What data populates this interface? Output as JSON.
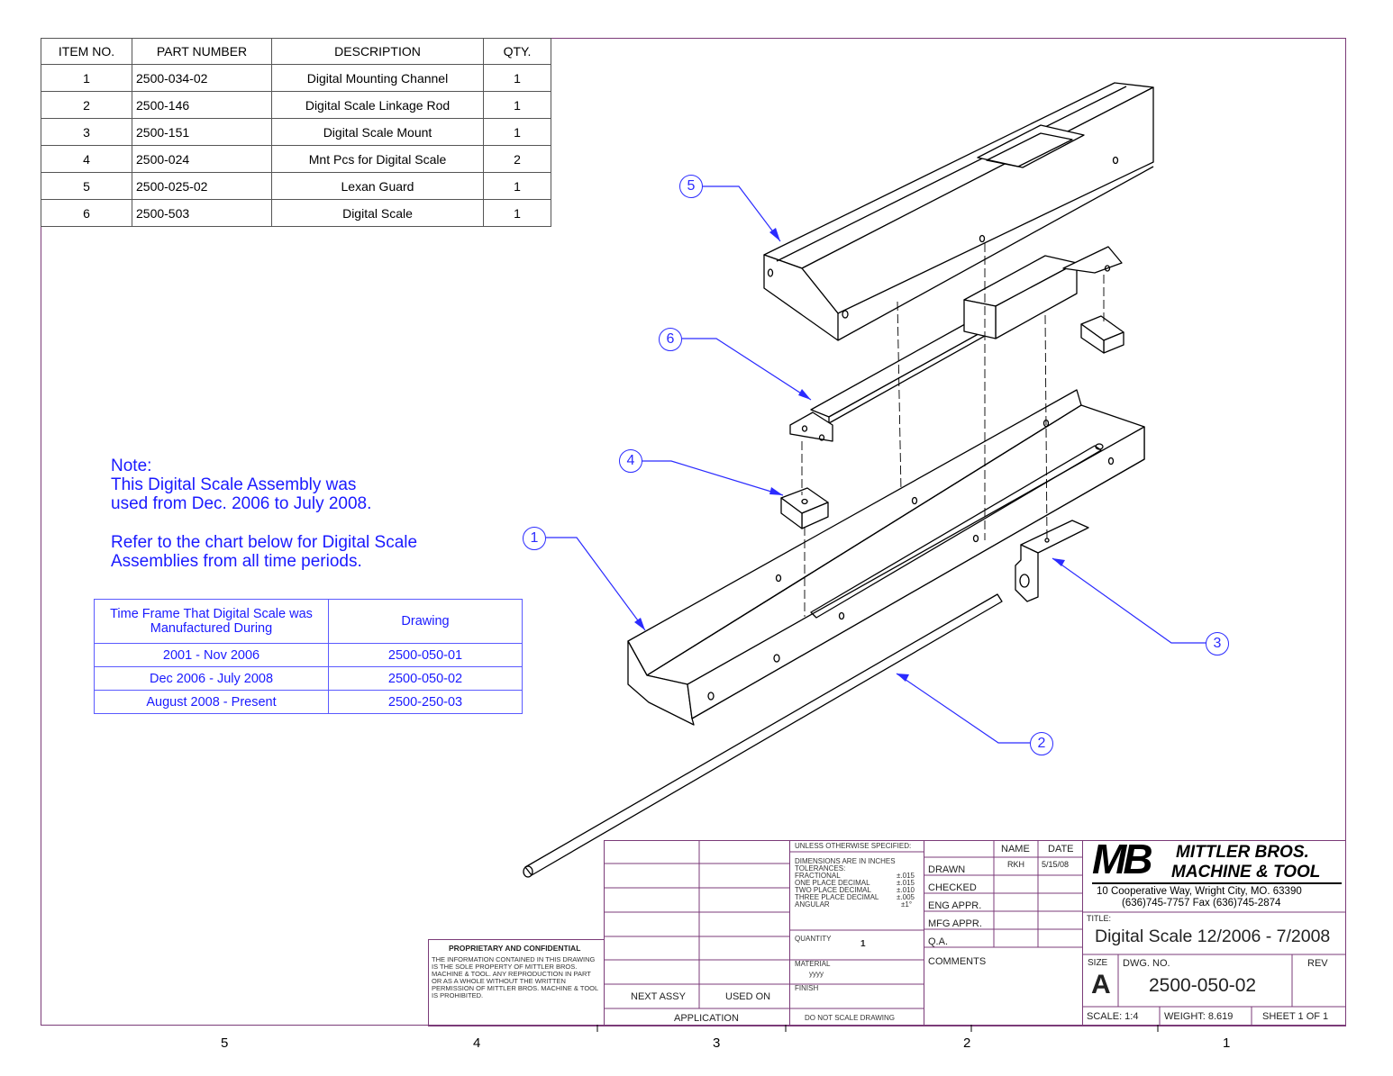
{
  "bom": {
    "headers": [
      "ITEM NO.",
      "PART NUMBER",
      "DESCRIPTION",
      "QTY."
    ],
    "rows": [
      [
        "1",
        "2500-034-02",
        "Digital Mounting Channel",
        "1"
      ],
      [
        "2",
        "2500-146",
        "Digital Scale Linkage Rod",
        "1"
      ],
      [
        "3",
        "2500-151",
        "Digital Scale Mount",
        "1"
      ],
      [
        "4",
        "2500-024",
        "Mnt Pcs for Digital Scale",
        "2"
      ],
      [
        "5",
        "2500-025-02",
        "Lexan Guard",
        "1"
      ],
      [
        "6",
        "2500-503",
        "Digital Scale",
        "1"
      ]
    ]
  },
  "note": {
    "l1": "Note:",
    "l2": "This Digital Scale Assembly was",
    "l3": "used from Dec. 2006 to July 2008.",
    "l4": "Refer to the chart below for Digital Scale",
    "l5": "Assemblies from all time periods."
  },
  "timeframe": {
    "h1": "Time Frame That Digital Scale was Manufactured During",
    "h2": "Drawing",
    "rows": [
      [
        "2001 - Nov 2006",
        "2500-050-01"
      ],
      [
        "Dec 2006 - July 2008",
        "2500-050-02"
      ],
      [
        "August 2008 - Present",
        "2500-250-03"
      ]
    ]
  },
  "balloons": [
    "1",
    "2",
    "3",
    "4",
    "5",
    "6"
  ],
  "titleblock": {
    "unless": "UNLESS OTHERWISE SPECIFIED:",
    "dims1": "DIMENSIONS ARE IN INCHES",
    "dims2": "TOLERANCES:",
    "frac": "FRACTIONAL",
    "frac_v": "±.015",
    "one": "ONE PLACE DECIMAL",
    "one_v": "±.015",
    "two": "TWO PLACE DECIMAL",
    "two_v": "±.010",
    "three": "THREE PLACE DECIMAL",
    "three_v": "±.005",
    "ang": "ANGULAR",
    "ang_v": "±1°",
    "quantity": "QUANTITY",
    "quantity_v": "1",
    "material": "MATERIAL",
    "material_v": "yyyy",
    "finish": "FINISH",
    "donot": "DO NOT SCALE DRAWING",
    "name": "NAME",
    "date": "DATE",
    "drawn": "DRAWN",
    "drawn_name": "RKH",
    "drawn_date": "5/15/08",
    "checked": "CHECKED",
    "eng": "ENG APPR.",
    "mfg": "MFG APPR.",
    "qa": "Q.A.",
    "comments": "COMMENTS",
    "next_assy": "NEXT ASSY",
    "used_on": "USED ON",
    "application": "APPLICATION",
    "prop_title": "PROPRIETARY AND CONFIDENTIAL",
    "prop_text": "THE INFORMATION CONTAINED IN THIS DRAWING IS THE SOLE PROPERTY OF MITTLER BROS. MACHINE & TOOL. ANY REPRODUCTION IN PART OR AS A WHOLE WITHOUT THE WRITTEN PERMISSION OF MITTLER BROS. MACHINE & TOOL IS PROHIBITED.",
    "logo": "MB",
    "company1": "MITTLER BROS.",
    "company2": "MACHINE & TOOL",
    "addr1": "10 Cooperative Way, Wright City, MO. 63390",
    "addr2": "(636)745-7757  Fax (636)745-2874",
    "title_label": "TITLE:",
    "title": "Digital Scale 12/2006 - 7/2008",
    "size_label": "SIZE",
    "size": "A",
    "dwg_label": "DWG.  NO.",
    "dwg": "2500-050-02",
    "rev": "REV",
    "scale": "SCALE: 1:4",
    "weight": "WEIGHT: 8.619",
    "sheet": "SHEET 1 OF 1"
  },
  "zones": [
    "5",
    "4",
    "3",
    "2",
    "1"
  ]
}
